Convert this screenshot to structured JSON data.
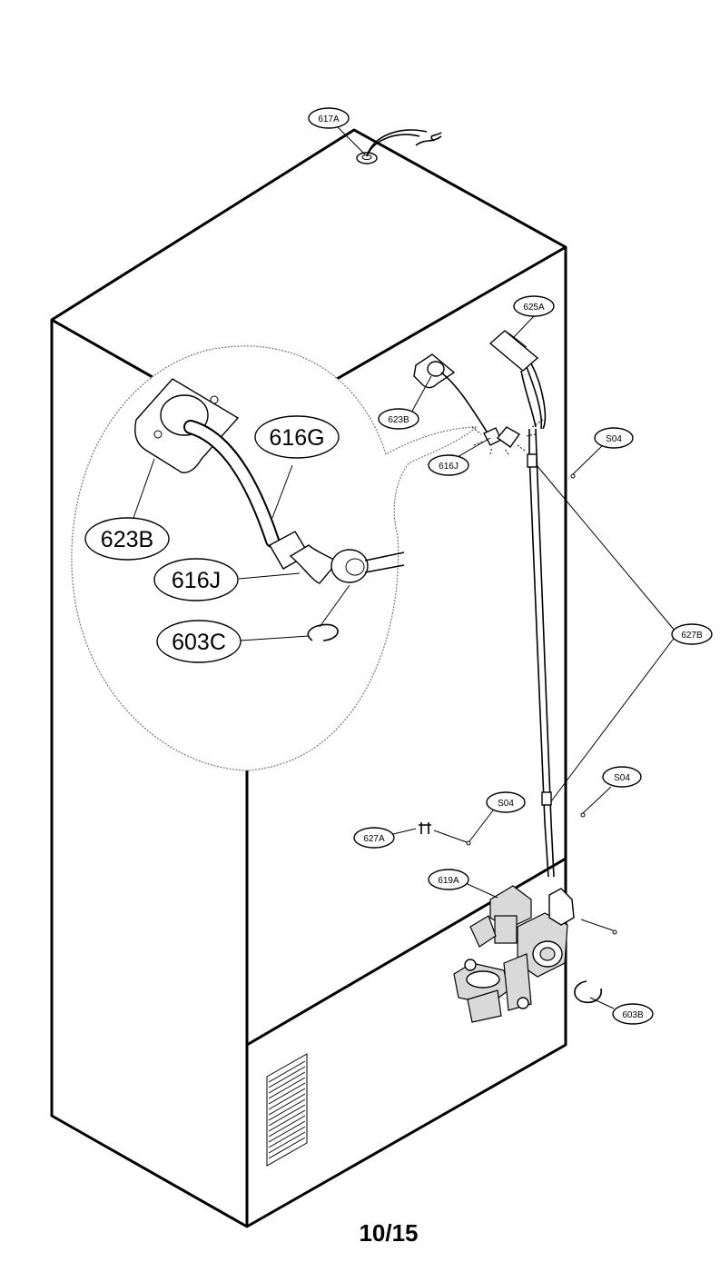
{
  "page_number": "10/15",
  "callouts": {
    "c617A": "617A",
    "c625A": "625A",
    "c623B_small": "623B",
    "c616J_small": "616J",
    "cS04_top": "S04",
    "c627B": "627B",
    "cS04_mid": "S04",
    "cS04_left": "S04",
    "c627A": "627A",
    "c619A": "619A",
    "c603B": "603B",
    "c616G": "616G",
    "c623B_large": "623B",
    "c616J_large": "616J",
    "c603C": "603C"
  }
}
